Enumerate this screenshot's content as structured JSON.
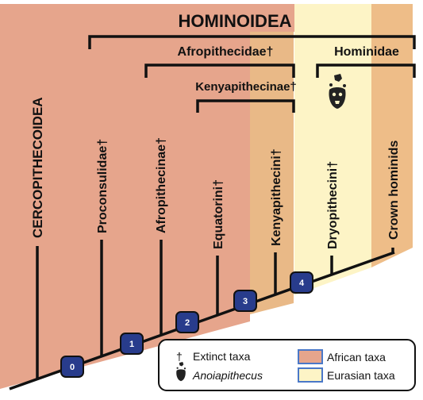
{
  "title": "HOMINOIDEA",
  "groups": {
    "afropithecidae": "Afropithecidae†",
    "hominidae": "Hominidae",
    "kenyapithecinae": "Kenyapithecinae†"
  },
  "taxa": [
    "CERCOPITHECOIDEA",
    "Proconsulidae†",
    "Afropithecinae†",
    "Equatorini†",
    "Kenyapithecini†",
    "Dryopithecini†",
    "Crown hominids"
  ],
  "nodes": [
    "0",
    "1",
    "2",
    "3",
    "4"
  ],
  "legend": {
    "extinct_symbol": "†",
    "extinct_label": "Extinct taxa",
    "anoia_label": "Anoiapithecus",
    "african_label": "African taxa",
    "eurasian_label": "Eurasian taxa"
  },
  "colors": {
    "african": "#e8a48c",
    "african_light": "#dca487",
    "african_band": "#e9b985",
    "eurasian": "#fdf3c3",
    "node_fill": "#283c8c",
    "line": "#111111"
  }
}
